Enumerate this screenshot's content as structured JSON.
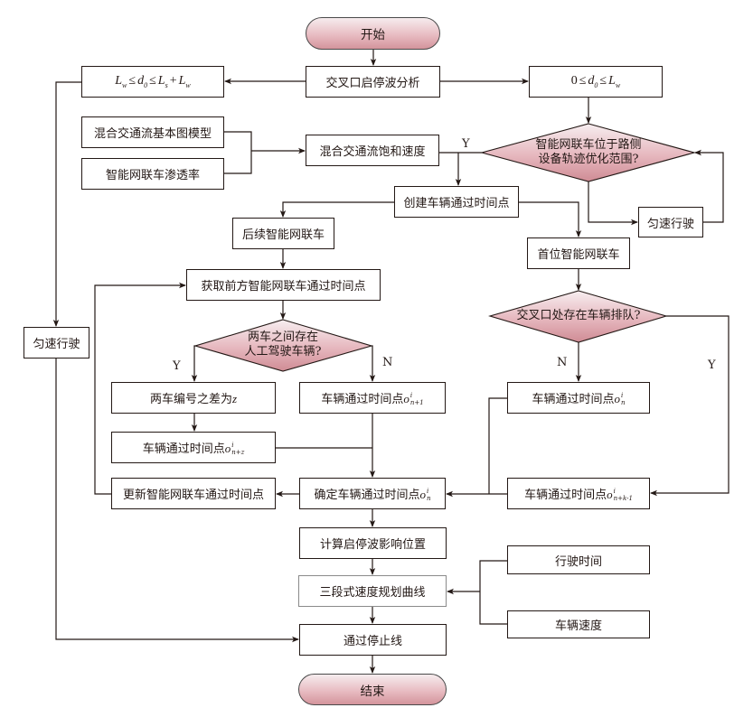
{
  "flowchart": {
    "start": "开始",
    "end": "结束",
    "nodes": {
      "wave_analysis": "交叉口启停波分析",
      "left_condition": {
        "L": "L",
        "w": "w",
        "le": "≤",
        "d": "d",
        "zero": "0",
        "s": "s",
        "plus": "+"
      },
      "right_condition": {
        "zero": "0",
        "le": "≤",
        "d": "d",
        "sub0": "0",
        "L": "L",
        "w": "w"
      },
      "basic_diagram_model": "混合交通流基本图模型",
      "penetration_rate": "智能网联车渗透率",
      "saturation_speed": "混合交通流饱和速度",
      "create_time_points": "创建车辆通过时间点",
      "uniform_drive_right": "匀速行驶",
      "uniform_drive_left": "匀速行驶",
      "subsequent_cav": "后续智能网联车",
      "first_cav": "首位智能网联车",
      "get_front_time_point": "获取前方智能网联车通过时间点",
      "number_difference": {
        "text": "两车编号之差为",
        "var": "z"
      },
      "time_point_n_plus_1": {
        "text": "车辆通过时间点",
        "var": "o",
        "sup": "i",
        "sub": "n+1"
      },
      "time_point_n_plus_z": {
        "text": "车辆通过时间点",
        "var": "o",
        "sup": "i",
        "sub": "n+z"
      },
      "update_time_point": "更新智能网联车通过时间点",
      "determine_time_point": {
        "text": "确定车辆通过时间点",
        "var": "o",
        "sup": "i",
        "sub": "n"
      },
      "time_point_n": {
        "text": "车辆通过时间点",
        "var": "o",
        "sup": "i",
        "sub": "n"
      },
      "time_point_n_k": {
        "text": "车辆通过时间点",
        "var": "o",
        "sup": "i",
        "sub": "n+k-1"
      },
      "compute_wave_position": "计算启停波影响位置",
      "speed_profile": "三段式速度规划曲线",
      "travel_time": "行驶时间",
      "vehicle_speed": "车辆速度",
      "pass_stop_line": "通过停止线"
    },
    "decisions": {
      "in_optimization_range": {
        "line1": "智能网联车位于路侧",
        "line2": "设备轨迹优化范围?"
      },
      "manual_vehicle_between": {
        "line1": "两车之间存在",
        "line2": "人工驾驶车辆?"
      },
      "queue_at_intersection": {
        "line1": "交叉口处存在车辆排队?"
      }
    },
    "branch_labels": {
      "yes": "Y",
      "no": "N"
    },
    "colors": {
      "terminal_gradient_top": "#f6ecee",
      "terminal_gradient_bottom": "#d4949c",
      "line": "#231815"
    }
  }
}
